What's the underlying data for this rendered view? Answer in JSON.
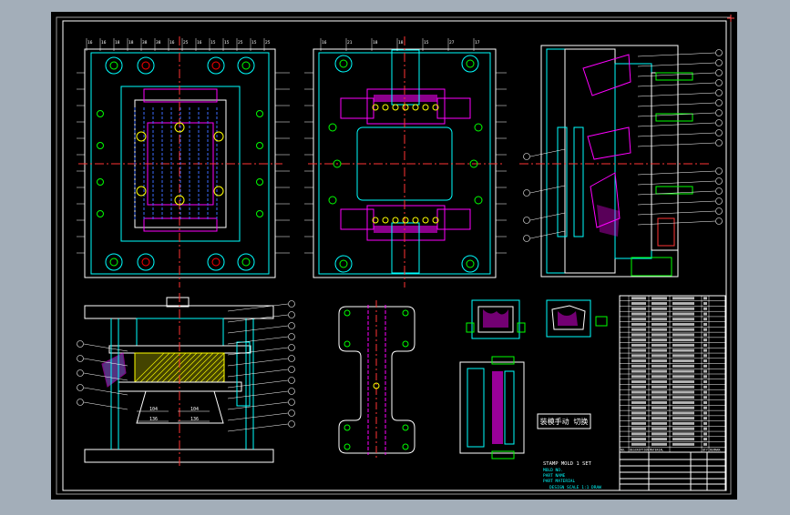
{
  "drawing": {
    "dims": {
      "top_view": [
        "16",
        "16",
        "18",
        "18",
        "38",
        "38",
        "16",
        "25",
        "16",
        "15",
        "15",
        "25",
        "15",
        "25"
      ],
      "front_view": [
        "16",
        "21",
        "18",
        "18",
        "15",
        "27",
        "17"
      ],
      "section": [
        "104",
        "104",
        "136",
        "136"
      ]
    },
    "annotation_box": "装模手动 切换",
    "title_notes": [
      "STAMP MOLD 1 SET",
      "MOLD NO.",
      "PART NAME",
      "PART MATERIAL",
      "DESIGN SCALE 1:1 DRAW"
    ]
  },
  "bom": {
    "header": [
      "NO.",
      "DESCRIPTION",
      "MATERIAL",
      "QTY",
      "REMARK"
    ],
    "row_count": 30
  },
  "colors": {
    "background": "#000000",
    "frame": "#ffffff",
    "outline": "#ffffff",
    "cyan": "#00ffff",
    "magenta": "#ff00ff",
    "red": "#ff0000",
    "green": "#00ff00",
    "yellow": "#ffff00",
    "blue": "#3b6dff"
  }
}
